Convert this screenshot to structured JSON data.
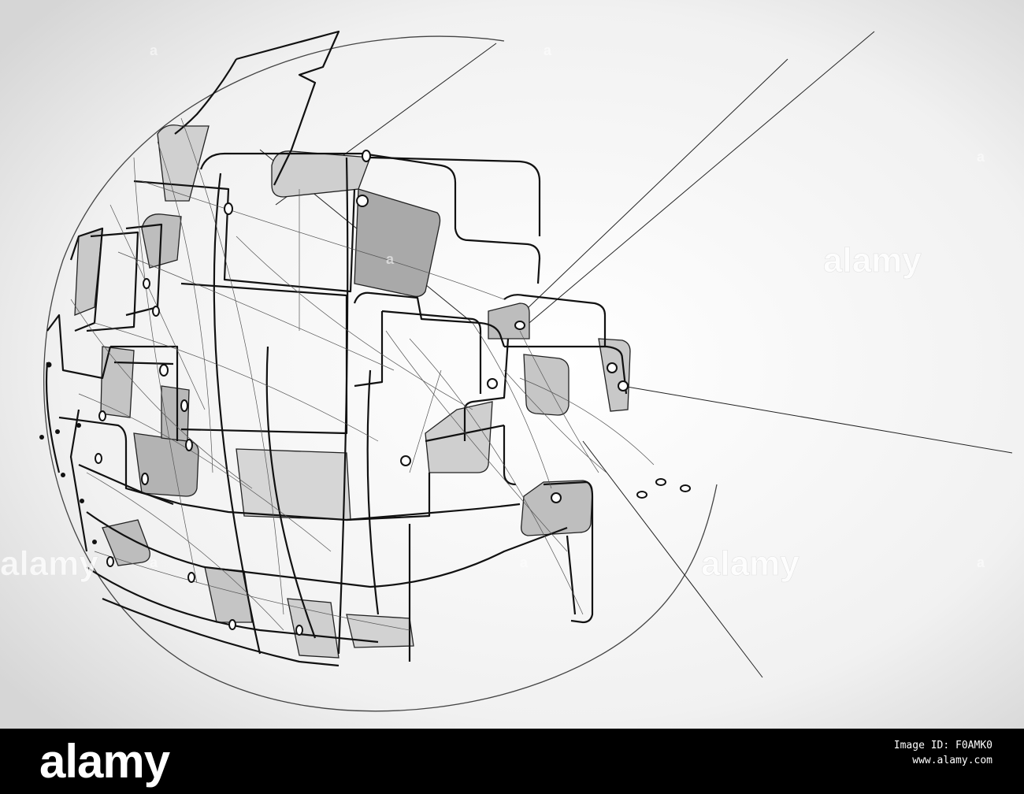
{
  "image": {
    "subject": "abstract tech sphere",
    "style": "monochrome line art",
    "colors": {
      "background_center": "#ffffff",
      "background_edge": "#d7d7d7",
      "line": "#111111",
      "fill_dark": "#a9a9a9",
      "fill_light": "#d0d0d0"
    }
  },
  "watermark": {
    "text": "alamy",
    "letter": "a"
  },
  "footer": {
    "brand": "alamy",
    "codes": [
      "Image ID: F0AMK0",
      "www.alamy.com"
    ]
  }
}
